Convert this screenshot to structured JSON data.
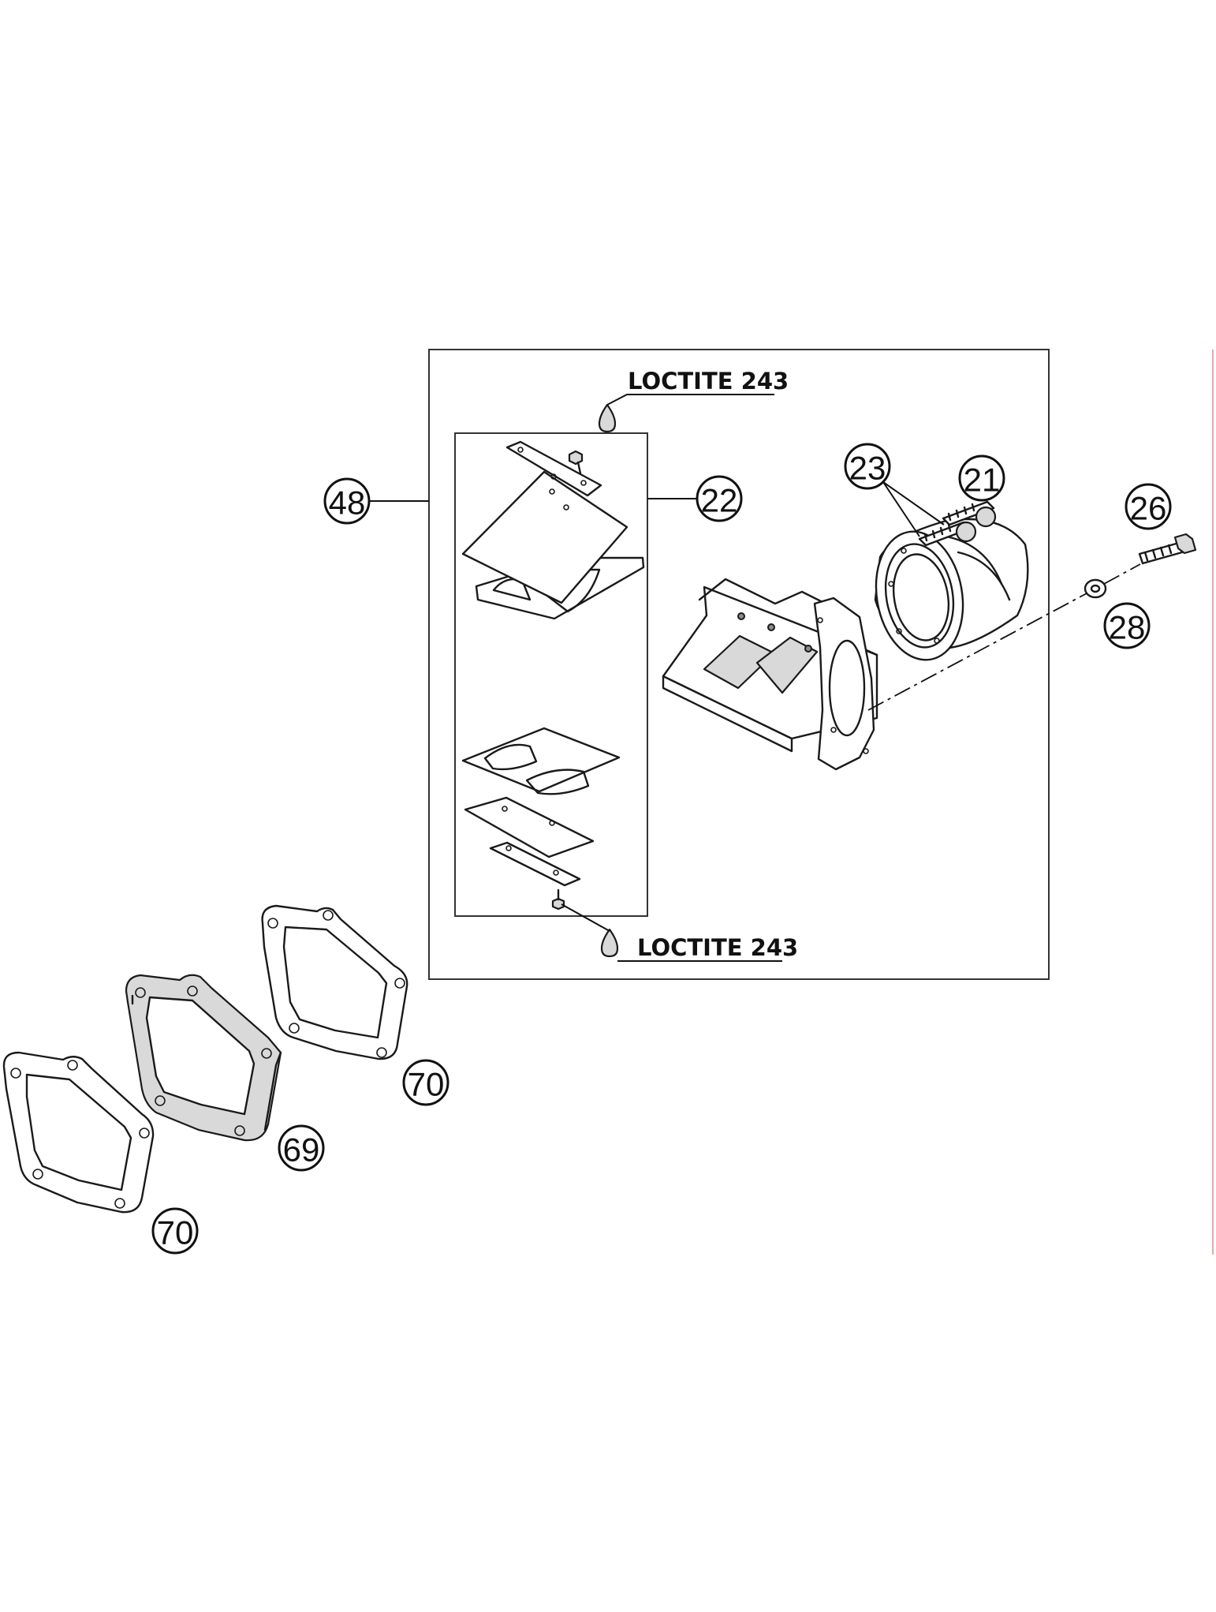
{
  "callouts": {
    "c48": "48",
    "c22": "22",
    "c23": "23",
    "c21": "21",
    "c26": "26",
    "c28": "28",
    "c70a": "70",
    "c69": "69",
    "c70b": "70"
  },
  "notes": {
    "loctite_top": "LOCTITE 243",
    "loctite_bottom": "LOCTITE 243"
  },
  "colors": {
    "line": "#1a1a1a",
    "edge_mark": "#e3a9a9"
  }
}
